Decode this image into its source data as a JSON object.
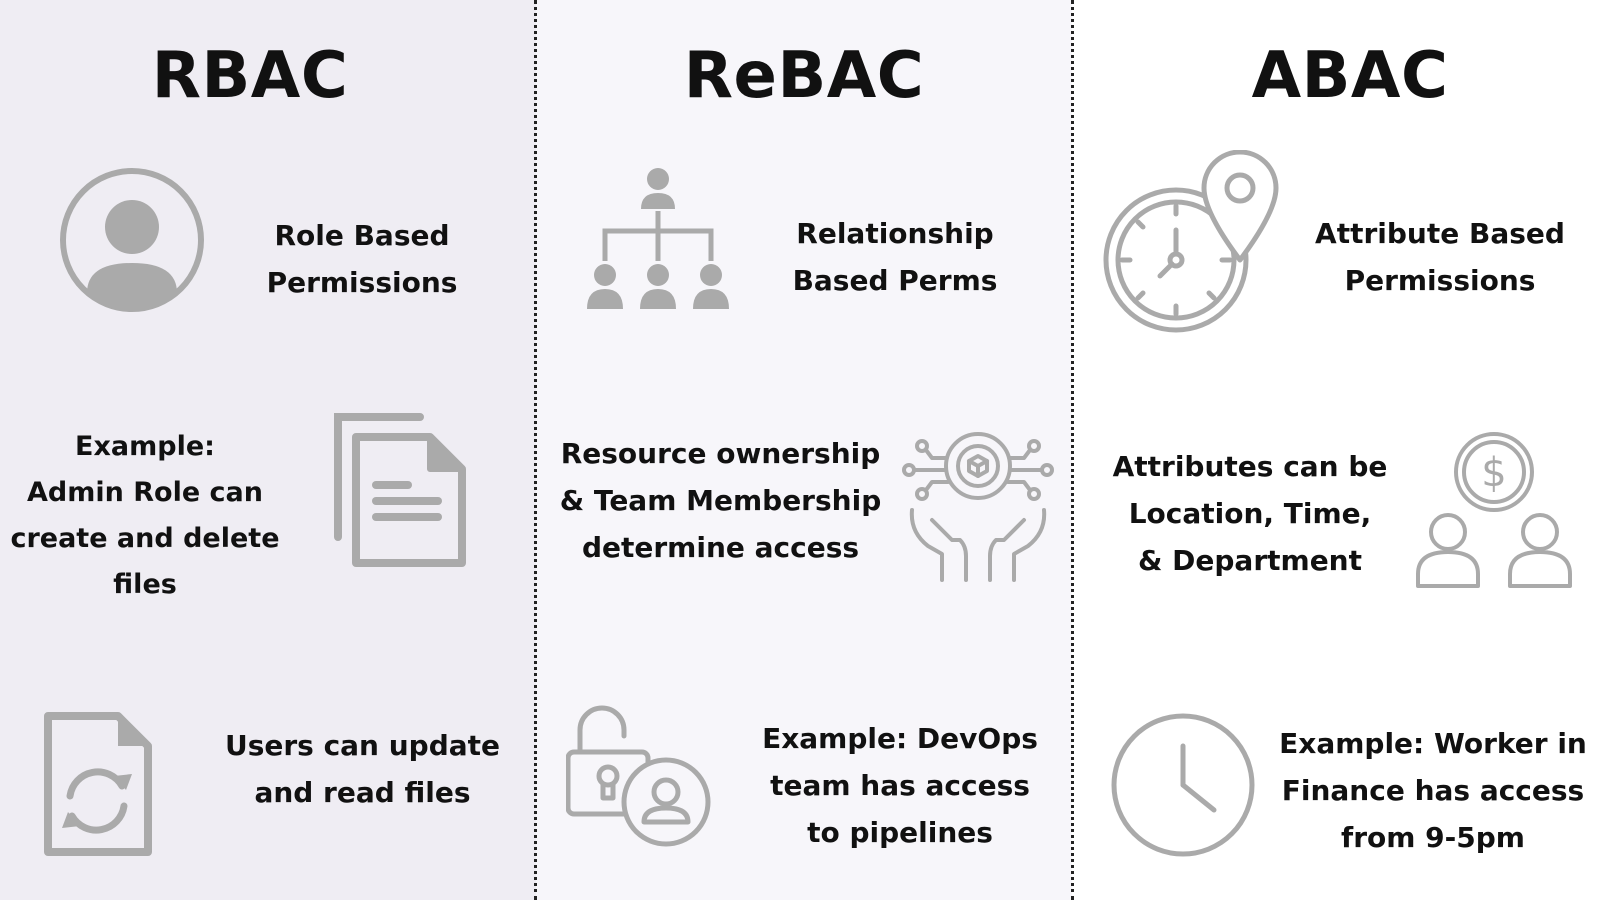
{
  "columns": {
    "rbac": {
      "title": "RBAC",
      "items": [
        {
          "icon": "user-avatar-icon",
          "text": "Role Based\nPermissions"
        },
        {
          "icon": "documents-icon",
          "text": "Example:\nAdmin Role can\ncreate and delete\nfiles"
        },
        {
          "icon": "file-sync-icon",
          "text": "Users can update\nand read files"
        }
      ]
    },
    "rebac": {
      "title": "ReBAC",
      "items": [
        {
          "icon": "hierarchy-icon",
          "text": "Relationship\nBased Perms"
        },
        {
          "icon": "hands-network-icon",
          "text": "Resource ownership\n& Team Membership\ndetermine access"
        },
        {
          "icon": "unlocked-user-icon",
          "text": "Example: DevOps\nteam has access\nto pipelines"
        }
      ]
    },
    "abac": {
      "title": "ABAC",
      "items": [
        {
          "icon": "clock-location-icon",
          "text": "Attribute Based\nPermissions"
        },
        {
          "icon": "users-dollar-icon",
          "text": "Attributes can be\nLocation, Time,\n& Department"
        },
        {
          "icon": "clock-icon",
          "text": "Example: Worker in\nFinance has access\nfrom 9-5pm"
        }
      ]
    }
  },
  "colors": {
    "icon_gray": "#aaaaaa",
    "text": "#111111",
    "divider": "#222222"
  }
}
